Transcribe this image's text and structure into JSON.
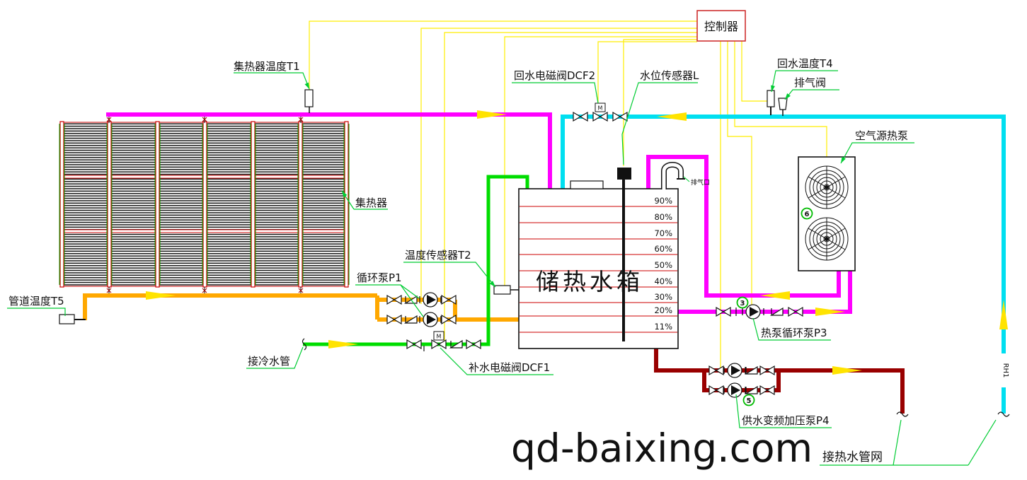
{
  "controller": {
    "label": "控制器"
  },
  "labels": {
    "t1": "集热器温度T1",
    "collector": "集热器",
    "t5": "管道温度T5",
    "p1": "循环泵P1",
    "t2": "温度传感器T2",
    "cold_water": "接冷水管",
    "dcf1": "补水电磁阀DCF1",
    "dcf2": "回水电磁阀DCF2",
    "level_sensor": "水位传感器L",
    "t4": "回水温度T4",
    "vent_valve": "排气阀",
    "heat_pump": "空气源热泵",
    "p3": "热泵循环泵P3",
    "p4": "供水变频加压泵P4",
    "hot_water_network": "接热水管网"
  },
  "tank": {
    "name": "储热水箱",
    "levels": [
      "90%",
      "80%",
      "70%",
      "60%",
      "50%",
      "40%",
      "30%",
      "20%",
      "11%"
    ]
  },
  "badges": {
    "p3": "3",
    "p4": "5",
    "hp": "6"
  },
  "misc": {
    "m": "M",
    "rh1": "RH1",
    "vent_port": "排气口"
  },
  "watermark": {
    "text": "qd-baixing.com"
  },
  "colors": {
    "magenta": "#FF00FF",
    "cyan": "#00DFF0",
    "orange": "#FFA800",
    "green_pipe": "#00DD00",
    "dark_red": "#990000",
    "red": "#CC0000",
    "control_yellow": "#FFEE00",
    "arrow_yellow": "#FFE300",
    "leader_green": "#00CC33"
  }
}
